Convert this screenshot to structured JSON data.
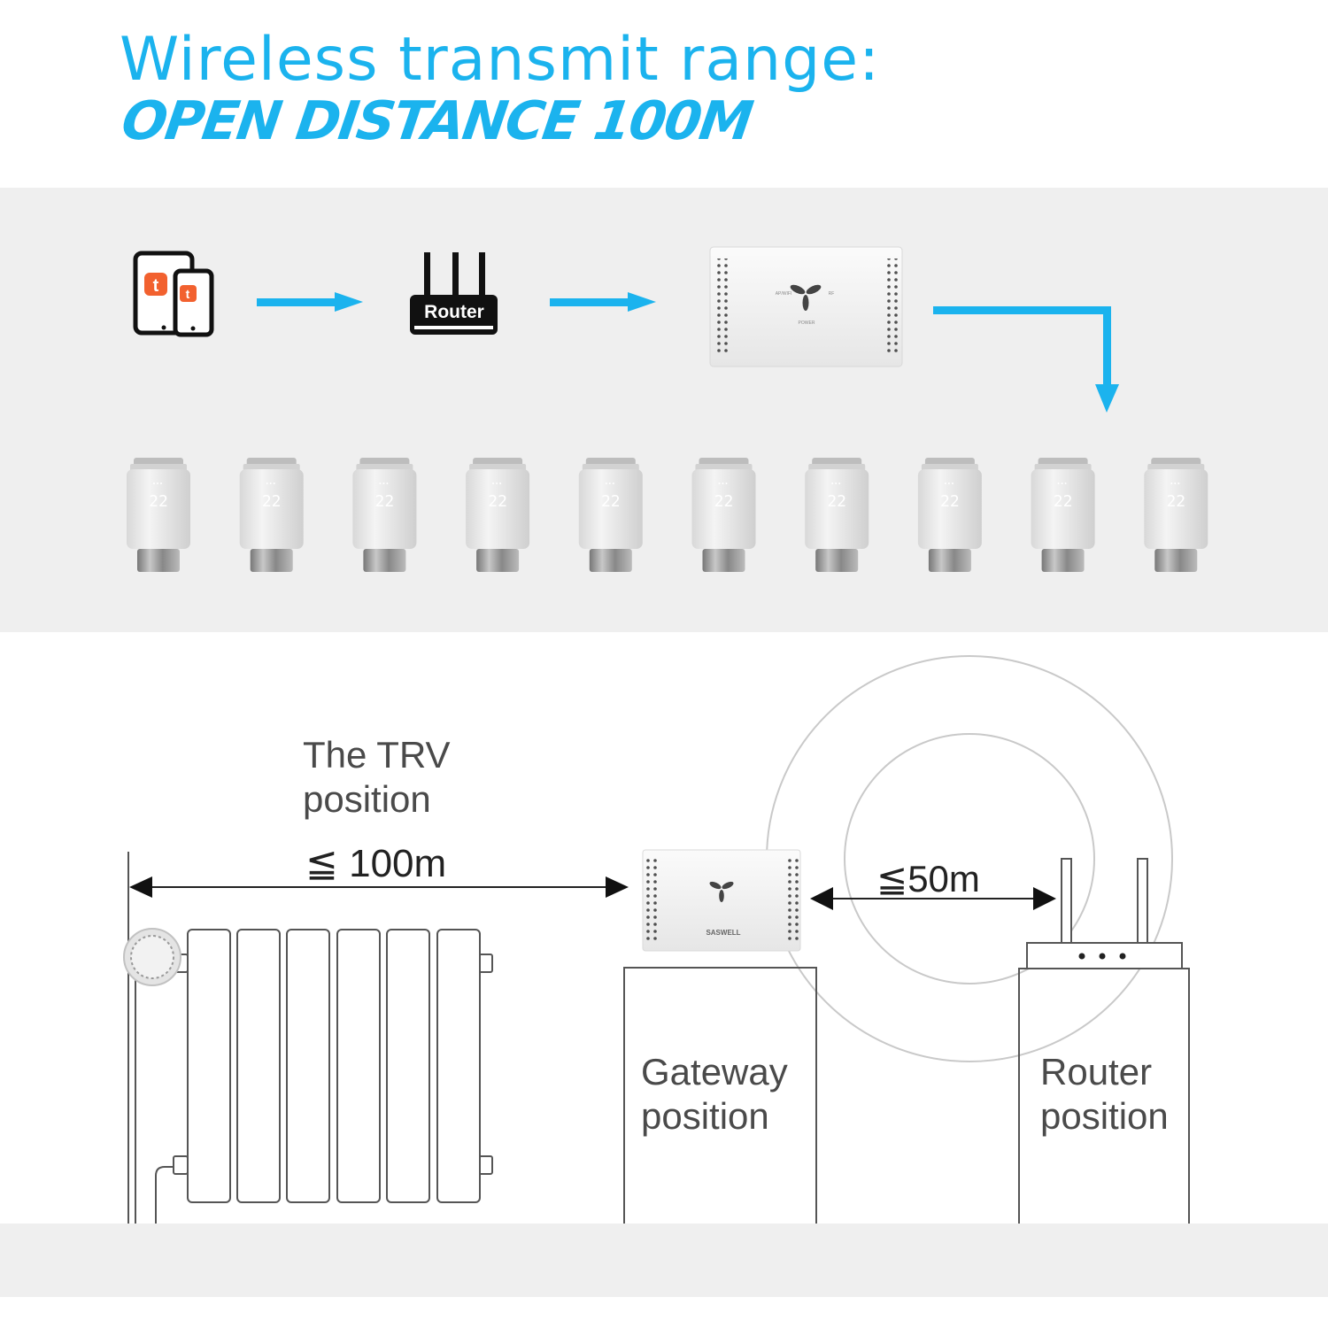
{
  "header": {
    "line1": "Wireless transmit range:",
    "line2": "OPEN DISTANCE 100M"
  },
  "flow": {
    "devices_icon": "phone-tablet-icon",
    "app_icon": "tuya-app-icon",
    "app_letter": "t",
    "router_label": "Router",
    "gateway_texts": [
      "AP/WIFI",
      "RF",
      "POWER"
    ],
    "trv_count": 10,
    "trv_display": "22"
  },
  "range": {
    "trv_position": [
      "The TRV",
      "position"
    ],
    "distance_trv_gateway": "≦ 100m",
    "distance_gateway_router": "≦50m",
    "gateway_position": [
      "Gateway",
      "position"
    ],
    "router_position": [
      "Router",
      "position"
    ],
    "gateway_brand": "SASWELL"
  },
  "colors": {
    "accent": "#1bb3ee",
    "band": "#efefef",
    "line": "#555555",
    "tuya_orange": "#f2612f"
  }
}
